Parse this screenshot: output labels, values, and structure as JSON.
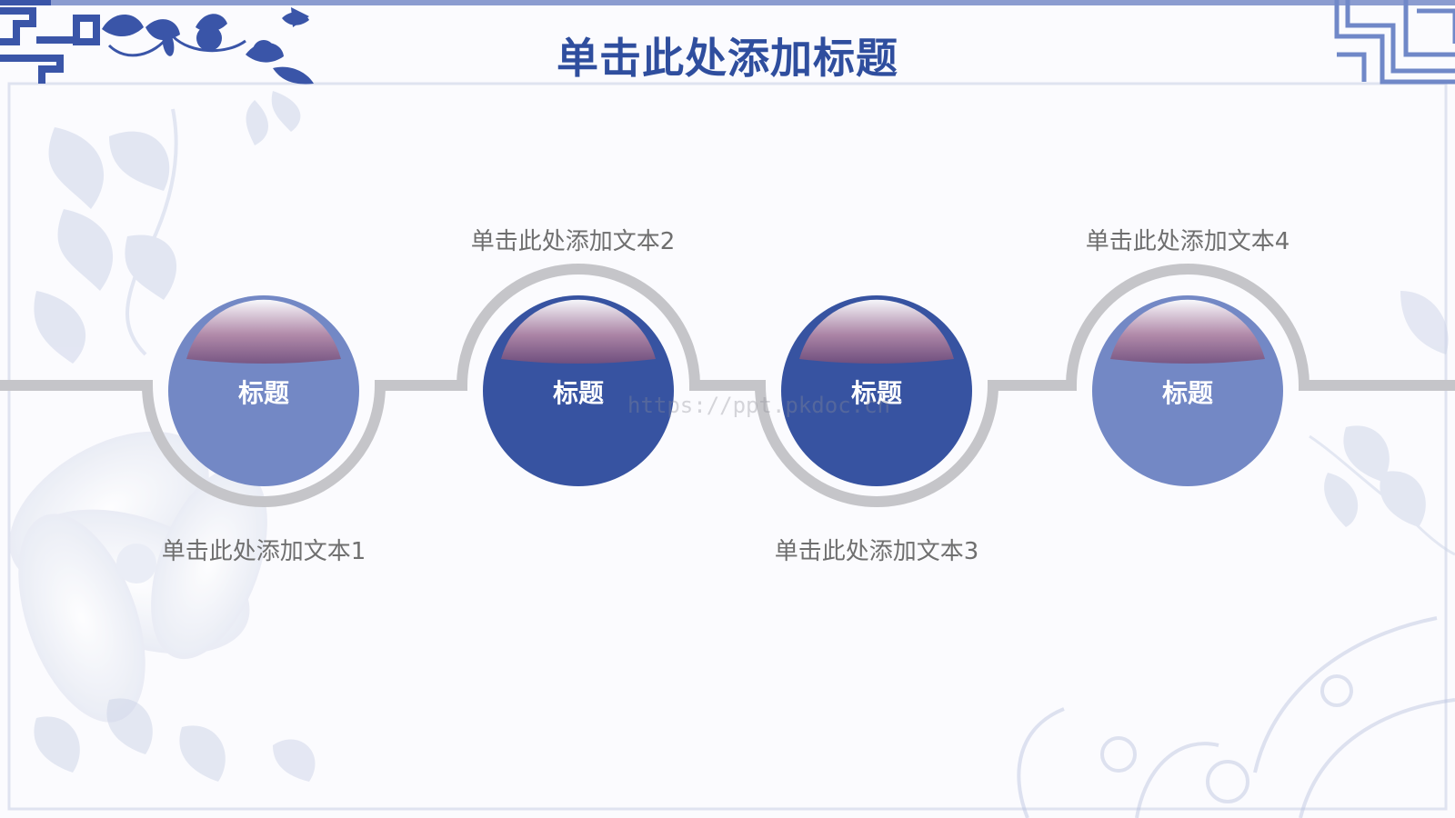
{
  "slide": {
    "title": "单击此处添加标题",
    "watermark": "https://ppt.pkdoc.cn"
  },
  "steps": [
    {
      "label": "标题",
      "text": "单击此处添加文本1"
    },
    {
      "label": "标题",
      "text": "单击此处添加文本2"
    },
    {
      "label": "标题",
      "text": "单击此处添加文本3"
    },
    {
      "label": "标题",
      "text": "单击此处添加文本4"
    }
  ],
  "colors": {
    "title": "#2f4e9e",
    "light_circle": "#7388c5",
    "dark_circle": "#3753a1",
    "track": "#c5c5c9",
    "body_text": "#6f6f6f",
    "ornament": "#3a55a8"
  }
}
